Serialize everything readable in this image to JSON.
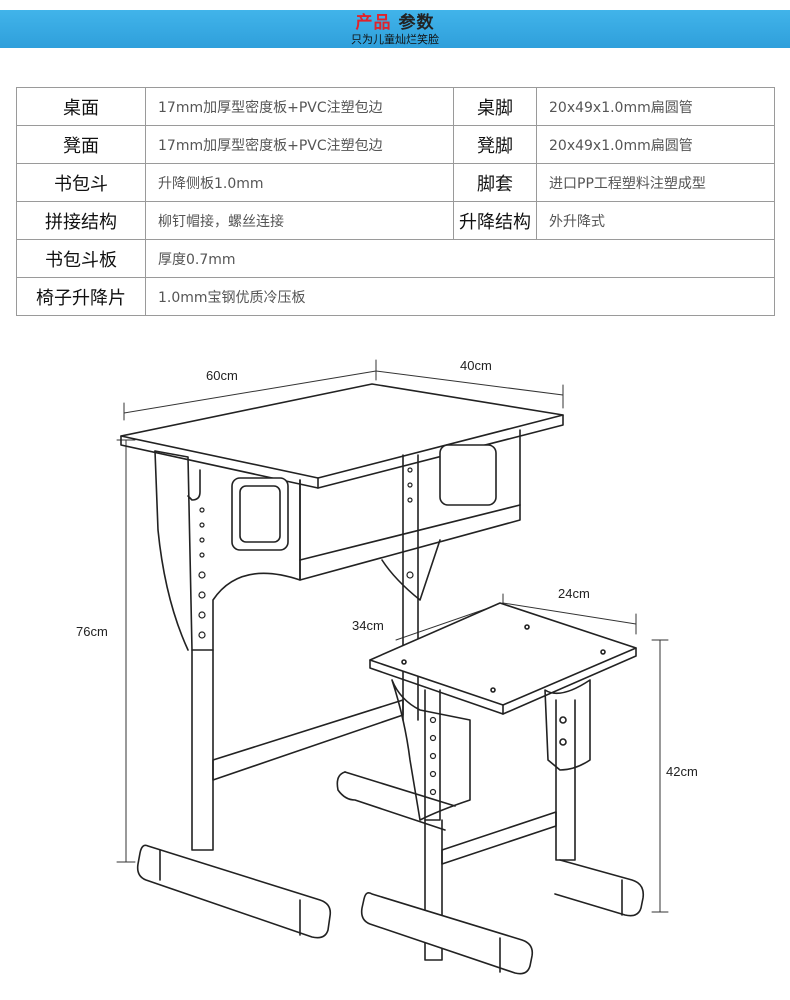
{
  "header": {
    "title_red": "产品",
    "title_dark": "参数",
    "subtitle": "只为儿童灿烂笑脸",
    "bar_color": "#3aa9e4",
    "title_red_color": "#e0232b"
  },
  "spec_rows": [
    {
      "label1": "桌面",
      "value1": "17mm加厚型密度板+PVC注塑包边",
      "label2": "桌脚",
      "value2": "20x49x1.0mm扁圆管"
    },
    {
      "label1": "凳面",
      "value1": "17mm加厚型密度板+PVC注塑包边",
      "label2": "凳脚",
      "value2": "20x49x1.0mm扁圆管"
    },
    {
      "label1": "书包斗",
      "value1": "升降侧板1.0mm",
      "label2": "脚套",
      "value2": "进口PP工程塑料注塑成型"
    },
    {
      "label1": "拼接结构",
      "value1": "柳钉帽接，螺丝连接",
      "label2": "升降结构",
      "value2": "外升降式"
    },
    {
      "label1": "书包斗板",
      "value1": "厚度0.7mm"
    },
    {
      "label1": "椅子升降片",
      "value1": "1.0mm宝钢优质冷压板"
    }
  ],
  "dimensions": {
    "desk_width": "60cm",
    "desk_depth": "40cm",
    "desk_height": "76cm",
    "stool_width": "24cm",
    "stool_depth": "34cm",
    "stool_height": "42cm"
  }
}
